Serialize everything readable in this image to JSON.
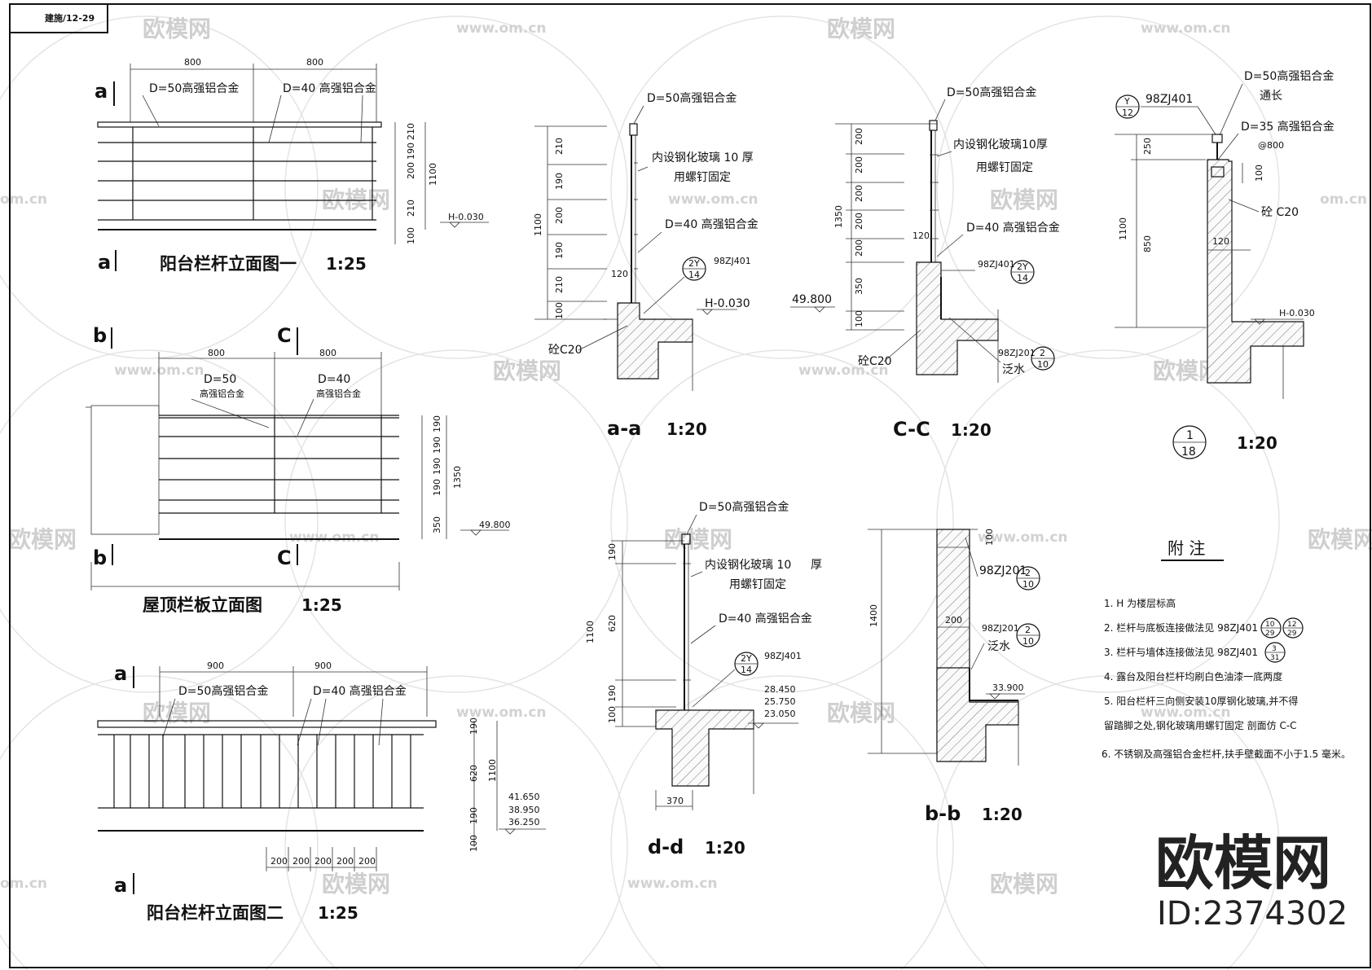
{
  "sheet_no": "建施/12-29",
  "watermark": {
    "text": "欧模网",
    "url": "www.om.cn",
    "url_partial": "om.cn"
  },
  "brand": {
    "logo": "欧模网",
    "id": "ID:2374302"
  },
  "views": {
    "balcony1": {
      "title": "阳台栏杆立面图一",
      "scale": "1:25",
      "mark_top": "a",
      "mark_bottom": "a",
      "dims_top": [
        "800",
        "800"
      ],
      "label_d50": "D=50高强铝合金",
      "label_d40": "D=40 高强铝合金",
      "dims_right": [
        "210",
        "190",
        "200",
        "210",
        "100"
      ],
      "dim_total": "1100",
      "level": "H-0.030"
    },
    "roof": {
      "title": "屋顶栏板立面图",
      "scale": "1:25",
      "mark_b_top": "b",
      "mark_b_bottom": "b",
      "mark_c_top": "C",
      "mark_c_bottom": "C",
      "dims_top": [
        "800",
        "800"
      ],
      "label_d50": "D=50",
      "label_d50_sub": "高强铝合金",
      "label_d40": "D=40",
      "label_d40_sub": "高强铝合金",
      "dims_right": [
        "190",
        "190",
        "190",
        "190",
        "350"
      ],
      "dim_total": "1350",
      "level": "49.800"
    },
    "balcony2": {
      "title": "阳台栏杆立面图二",
      "scale": "1:25",
      "mark_top": "a",
      "mark_bottom": "a",
      "dims_top": [
        "900",
        "900"
      ],
      "label_d50": "D=50高强铝合金",
      "label_d40": "D=40 高强铝合金",
      "dims_right": [
        "190",
        "620",
        "190",
        "100"
      ],
      "dim_total": "1100",
      "dims_bottom": [
        "200",
        "200",
        "200",
        "200",
        "200"
      ],
      "levels": [
        "41.650",
        "38.950",
        "36.250"
      ]
    },
    "section_aa": {
      "title": "a-a",
      "scale": "1:20",
      "label_d50": "D=50高强铝合金",
      "label_glass1": "内设钢化玻璃 10  厚",
      "label_glass2": "用螺钉固定",
      "label_d40": "D=40 高强铝合金",
      "dims_left": [
        "210",
        "190",
        "200",
        "190",
        "210",
        "100"
      ],
      "dim_total": "1100",
      "dim_120": "120",
      "ref_num": "2Y",
      "ref_den": "14",
      "ref_std": "98ZJ401",
      "level": "H-0.030",
      "concrete": "砼C20"
    },
    "section_cc": {
      "title": "C-C",
      "scale": "1:20",
      "label_d50": "D=50高强铝合金",
      "label_glass1": "内设钢化玻璃10厚",
      "label_glass2": "用螺钉固定",
      "label_d40": "D=40 高强铝合金",
      "dims_left": [
        "200",
        "200",
        "200",
        "200",
        "200",
        "350",
        "100"
      ],
      "dim_total": "1350",
      "dim_120": "120",
      "ref_std": "98ZJ401",
      "ref_num": "2Y",
      "ref_den": "14",
      "level": "49.800",
      "concrete": "砼C20",
      "flash_std": "98ZJ201",
      "flash_num": "2",
      "flash_den": "10",
      "flash_label": "泛水"
    },
    "detail_1_18": {
      "title_num": "1",
      "title_den": "18",
      "scale": "1:20",
      "ref_num": "Y",
      "ref_den": "12",
      "ref_std": "98ZJ401",
      "label_d50": "D=50高强铝合金",
      "label_d50_sub": "通长",
      "label_d35": "D=35 高强铝合金",
      "label_d35_sub": "@800",
      "dims_left": [
        "250",
        "850"
      ],
      "dim_total": "1100",
      "dim_100": "100",
      "dim_120": "120",
      "concrete": "砼 C20",
      "level": "H-0.030"
    },
    "section_dd": {
      "title": "d-d",
      "scale": "1:20",
      "label_d50": "D=50高强铝合金",
      "label_glass1": "内设钢化玻璃 10",
      "label_glass1b": "厚",
      "label_glass2": "用螺钉固定",
      "label_d40": "D=40 高强铝合金",
      "dims_left": [
        "190",
        "620",
        "190",
        "100"
      ],
      "dim_total": "1100",
      "ref_num": "2Y",
      "ref_den": "14",
      "ref_std": "98ZJ401",
      "levels": [
        "28.450",
        "25.750",
        "23.050"
      ],
      "dim_bottom": "370"
    },
    "section_bb": {
      "title": "b-b",
      "scale": "1:20",
      "dims_left": [
        "1400"
      ],
      "dims_right": [
        "100",
        "200"
      ],
      "ref1_std": "98ZJ201",
      "ref1_num": "2",
      "ref1_den": "10",
      "ref2_std": "98ZJ201",
      "ref2_num": "2",
      "ref2_den": "10",
      "ref2_label": "泛水",
      "level": "33.900"
    }
  },
  "notes": {
    "title": "附  注",
    "items": [
      "1.  H 为楼层标高",
      "2.  栏杆与底板连接做法见 98ZJ401",
      "3.  栏杆与墙体连接做法见  98ZJ401",
      "4.  露台及阳台栏杆均刷白色油漆一底两度",
      "5.  阳台栏杆三向侧安装10厚钢化玻璃,并不得",
      "     留踏脚之处,钢化玻璃用螺钉固定 剖面仿 C-C",
      "6.  不锈钢及高强铝合金栏杆,扶手壁截面不小于1.5 毫米。"
    ],
    "ref2a_num": "10",
    "ref2a_den": "29",
    "ref2b_num": "12",
    "ref2b_den": "29",
    "ref3_num": "3",
    "ref3_den": "31"
  }
}
